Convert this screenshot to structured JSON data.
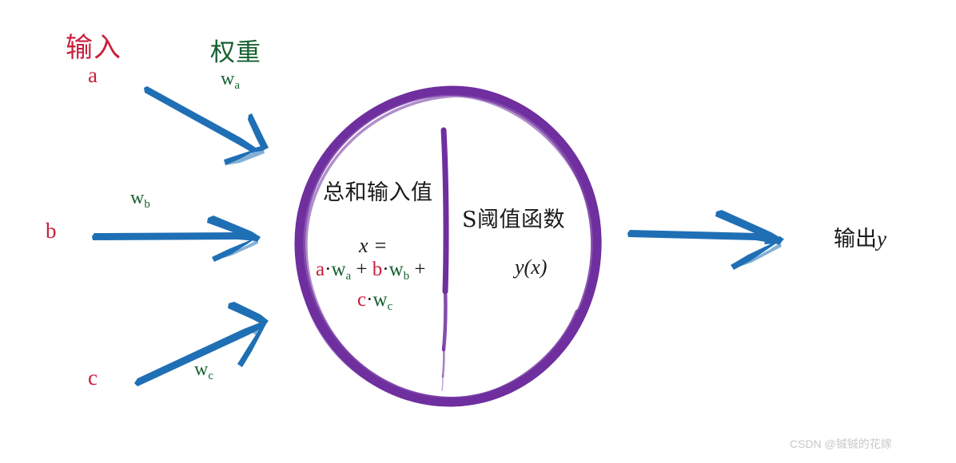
{
  "diagram": {
    "title_input": "输入",
    "title_weight": "权重",
    "inputs": [
      {
        "letter": "a",
        "weight_base": "w",
        "weight_sub": "a"
      },
      {
        "letter": "b",
        "weight_base": "w",
        "weight_sub": "b"
      },
      {
        "letter": "c",
        "weight_base": "w",
        "weight_sub": "c"
      }
    ],
    "neuron": {
      "sum_title": "总和输入值",
      "sum_var": "x =",
      "formula_line1": {
        "t1": "a",
        "op1": "·",
        "w1": "w",
        "w1sub": "a",
        "plus1": "+",
        "t2": "b",
        "op2": "·",
        "w2": "w",
        "w2sub": "b",
        "plus2": "+"
      },
      "formula_line2": {
        "t3": "c",
        "op3": "·",
        "w3": "w",
        "w3sub": "c"
      },
      "sfunc_title": "S阈值函数",
      "sfunc_expr": "y(x)"
    },
    "output": {
      "label_cn": "输出",
      "label_var": "y"
    },
    "watermark": "CSDN @铖铖的花嫁",
    "colors": {
      "red": "#C8203C",
      "green": "#14602F",
      "purple": "#6F2F9F",
      "blue": "#1F6FB5",
      "text": "#1a1a1a",
      "watermark": "#c9c9c9",
      "background": "#ffffff"
    }
  }
}
